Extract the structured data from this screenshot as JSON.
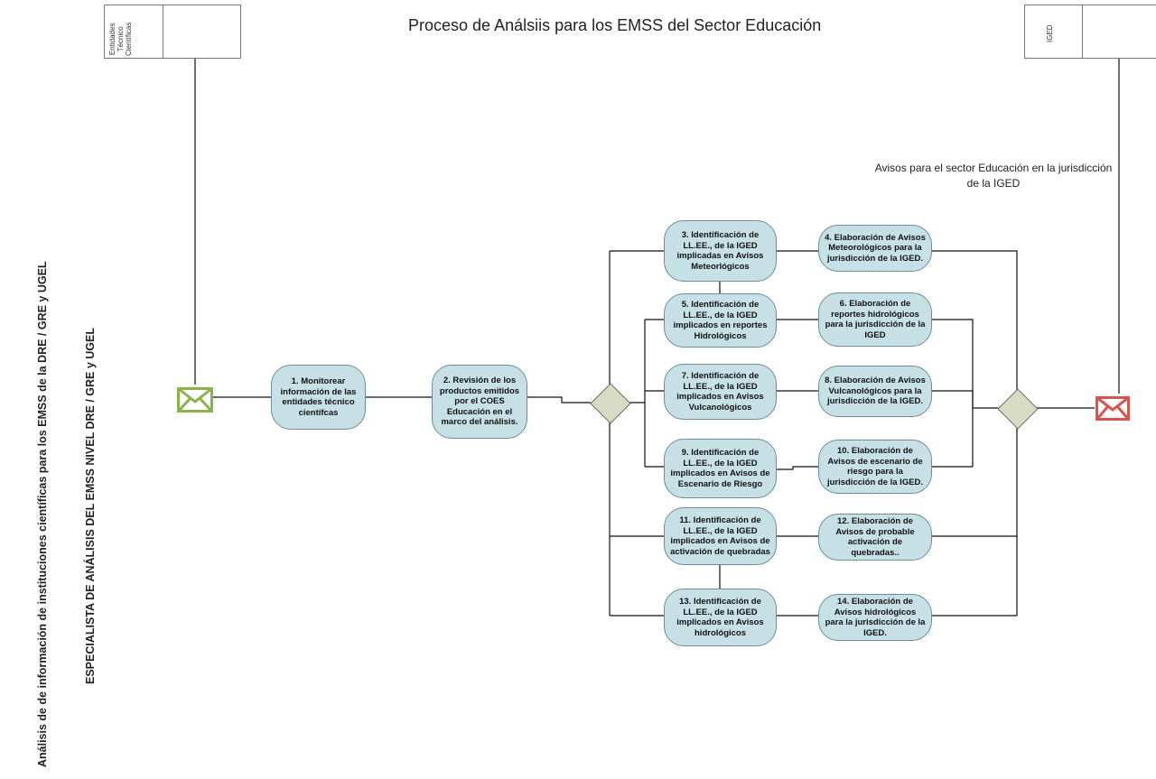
{
  "title": "Proceso de Análsiis para los EMSS del Sector Educación",
  "vertical_labels": {
    "outer": "Análisis de de información de instituciones científicas para los EMSS de la DRE / GRE y UGEL",
    "lane": "ESPECIALISTA DE ANÁLISIS DEL EMSS NIVEL DRE / GRE y UGEL"
  },
  "pools": {
    "left": "Entidades\nTécnico\nCientíficas",
    "right": "IGED"
  },
  "note": "Avisos para el sector Educación en la jurisdicción de la IGED",
  "tasks": {
    "t1": "1. Monitorear información de las entidades técnico científcas",
    "t2": "2. Revisión de los productos emitidos por el COES Educación en el marco del análisis.",
    "t3": "3. Identificación de LL.EE., de la IGED implicadas en Avisos Meteorlógicos",
    "t4": "4. Elaboración de Avisos Meteorológicos para la jurisdicción de la IGED.",
    "t5": "5. Identificación de LL.EE., de la IGED implicados en reportes Hidrológicos",
    "t6": "6. Elaboración de reportes hidrológicos para la jurisdicción de la IGED",
    "t7": "7. Identificación de LL.EE., de la IGED implicados en Avisos Vulcanológicos",
    "t8": "8. Elaboración de Avisos Vulcanológicos para la jurisdicción de la IGED.",
    "t9": "9. Identificación de LL.EE., de la IGED implicados en Avisos de Escenario de Riesgo",
    "t10": "10. Elaboración de Avisos de escenario de riesgo para la jurisdicción de la IGED.",
    "t11": "11. Identificación de LL.EE., de la IGED implicados en Avisos de activación de quebradas",
    "t12": "12. Elaboración de Avisos de probable activación de quebradas..",
    "t13": "13. Identificación de LL.EE., de la IGED implicados en Avisos hidrológicos",
    "t14": "14. Elaboración de Avisos hidrológicos para la jurisdicción de la IGED."
  },
  "colors": {
    "task_fill": "#c6e0e6",
    "start_event": "#8ab34a",
    "end_event": "#d9534f",
    "gateway_fill": "#d9dcc4"
  }
}
